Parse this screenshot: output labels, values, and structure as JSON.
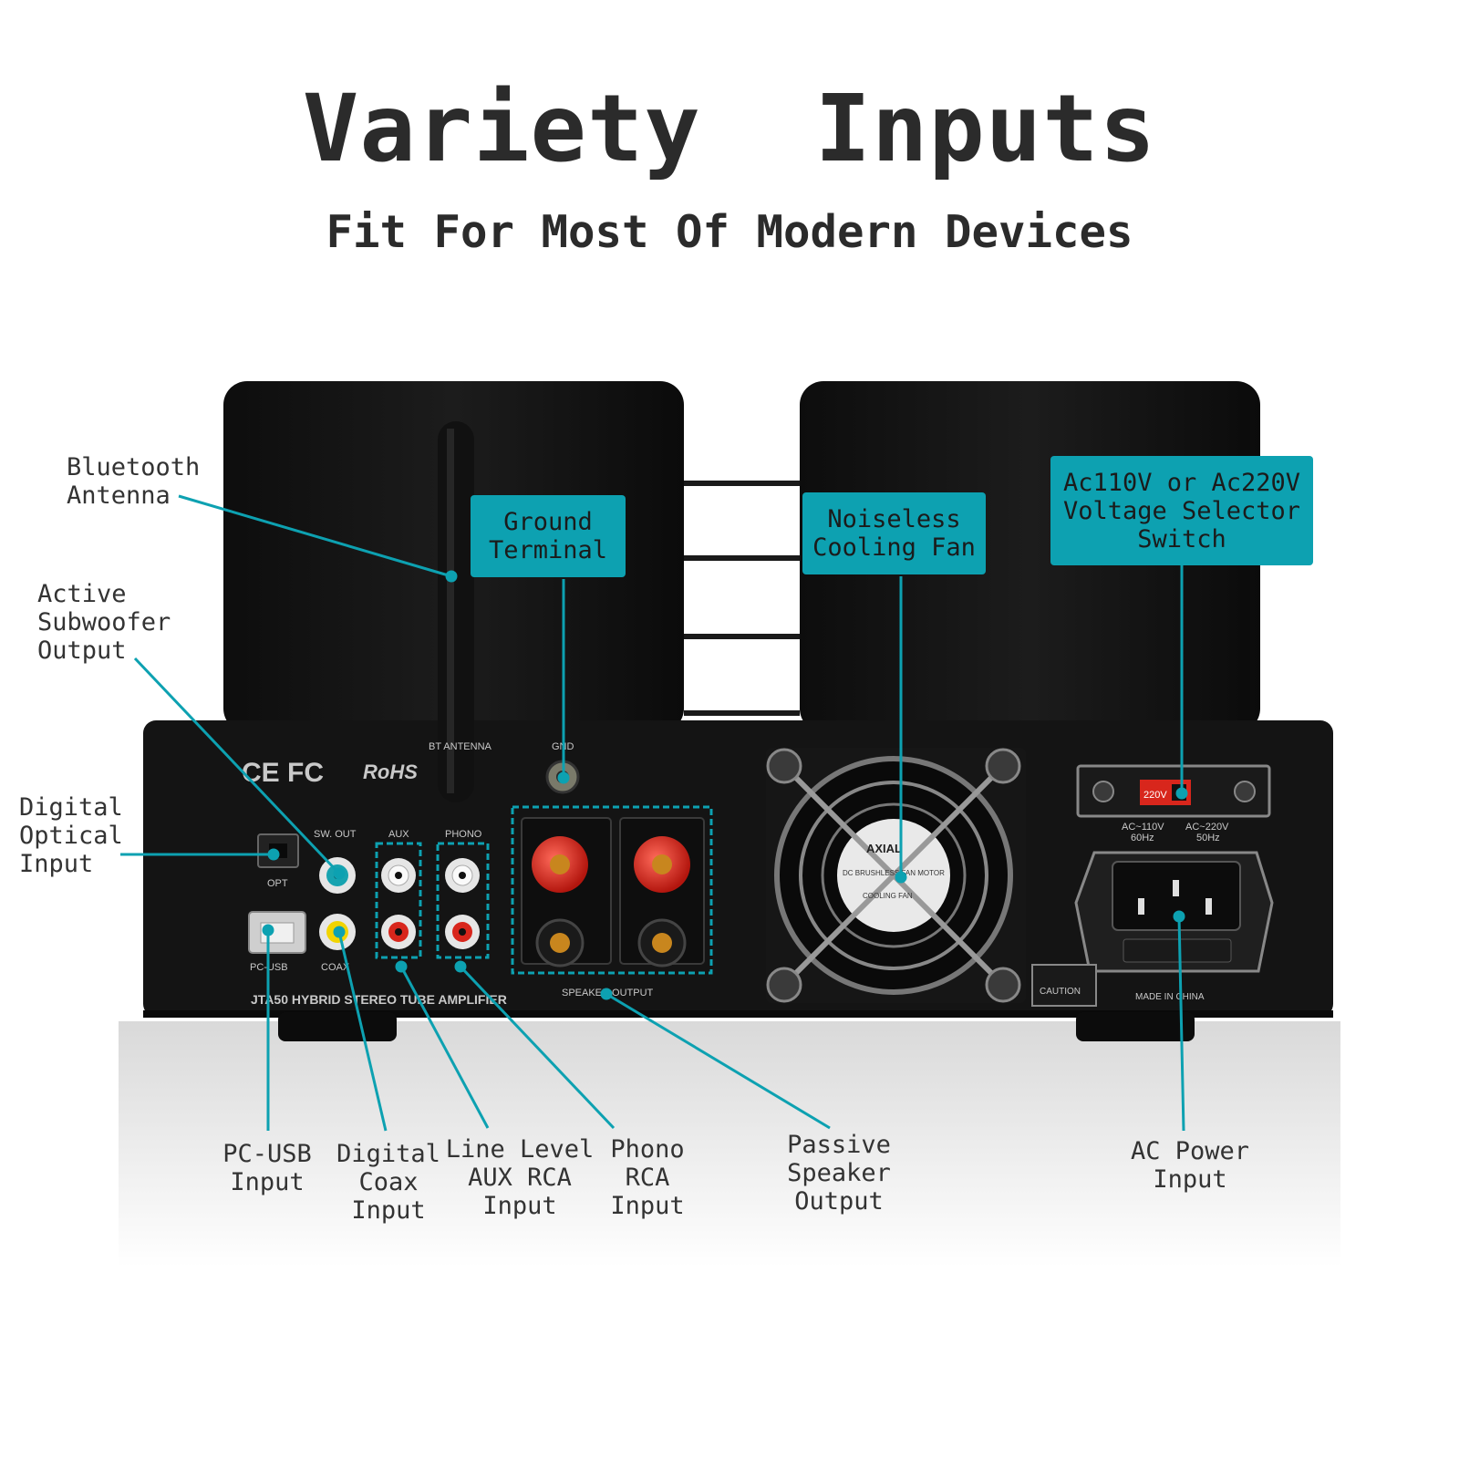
{
  "header": {
    "title": "Variety  Inputs",
    "subtitle": "Fit For Most Of Modern Devices"
  },
  "colors": {
    "accent": "#0da1b1",
    "text": "#2b2b2b",
    "device_body": "#121212",
    "red_terminal": "#d8261c"
  },
  "callouts": {
    "bluetooth_antenna": "Bluetooth\nAntenna",
    "active_subwoofer_output": "Active\nSubwoofer\nOutput",
    "digital_optical_input": "Digital\nOptical\nInput",
    "ground_terminal": "Ground\nTerminal",
    "cooling_fan": "Noiseless\nCooling Fan",
    "voltage_selector": "Ac110V or Ac220V\nVoltage Selector\nSwitch",
    "pc_usb_input": "PC-USB\nInput",
    "digital_coax_input": "Digital\nCoax\nInput",
    "aux_rca_input": "Line Level\nAUX RCA\nInput",
    "phono_rca_input": "Phono\nRCA\nInput",
    "speaker_output": "Passive\nSpeaker\nOutput",
    "ac_power_input": "AC Power\nInput"
  },
  "panel": {
    "certifications": "CE FC",
    "rohs": "RoHS",
    "bt_antenna_label": "BT ANTENNA",
    "gnd": "GND",
    "sw_out": "SW. OUT",
    "aux": "AUX",
    "phono": "PHONO",
    "opt": "OPT",
    "pc_usb": "PC-USB",
    "coax": "COAX",
    "speaker_output": "SPEAKER OUTPUT",
    "model_line": "JTA50 HYBRID STEREO TUBE AMPLIFIER",
    "voltage_220": "220V",
    "voltage_110_label": "AC~110V",
    "hz_60": "60Hz",
    "voltage_220_label": "AC~220V",
    "hz_50": "50Hz",
    "caution": "CAUTION",
    "made_in": "MADE IN CHINA",
    "fan_brand": "AXIAL",
    "fan_line1": "DC BRUSHLESS FAN MOTOR",
    "fan_line2": "COOLING FAN"
  }
}
